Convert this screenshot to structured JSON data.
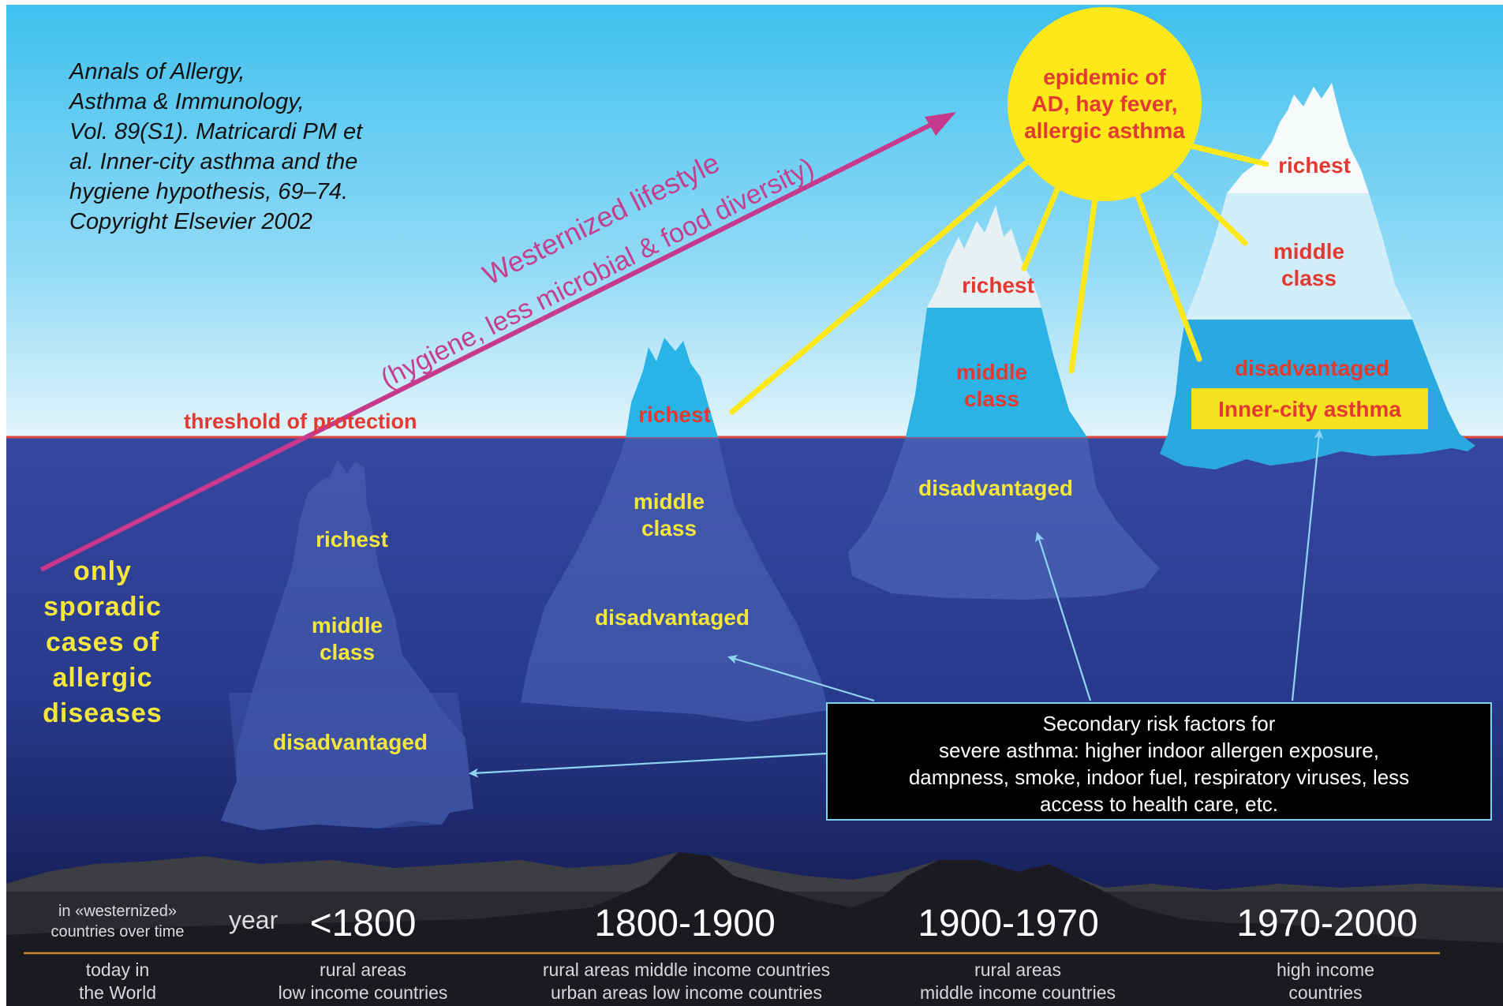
{
  "citation": {
    "lines": [
      "Annals of Allergy,",
      "Asthma & Immunology,",
      "Vol. 89(S1). Matricardi PM et",
      "al. Inner-city asthma and the",
      "hygiene hypothesis, 69–74.",
      "Copyright Elsevier 2002"
    ]
  },
  "trend_arrow": {
    "line1": "Westernized lifestyle",
    "line2": "(hygiene, less microbial & food diversity)"
  },
  "threshold_label": "threshold of protection",
  "sun": {
    "lines": [
      "epidemic of",
      "AD, hay fever,",
      "allergic asthma"
    ]
  },
  "sporadic": {
    "lines": [
      "only",
      "sporadic",
      "cases of",
      "allergic",
      "diseases"
    ]
  },
  "icebergs": [
    {
      "era": "<1800",
      "richest": "richest",
      "middle": [
        "middle",
        "class"
      ],
      "disadvantaged": "disadvantaged"
    },
    {
      "era": "1800-1900",
      "richest": "richest",
      "middle": [
        "middle",
        "class"
      ],
      "disadvantaged": "disadvantaged"
    },
    {
      "era": "1900-1970",
      "richest": "richest",
      "middle": [
        "middle",
        "class"
      ],
      "disadvantaged": "disadvantaged"
    },
    {
      "era": "1970-2000",
      "richest": "richest",
      "middle": [
        "middle",
        "class"
      ],
      "disadvantaged": "disadvantaged",
      "inner_city": "Inner-city asthma"
    }
  ],
  "risk_box": {
    "lines": [
      "Secondary risk factors for",
      "severe asthma: higher indoor allergen exposure,",
      "dampness, smoke, indoor fuel, respiratory viruses, less",
      "access to health care, etc."
    ]
  },
  "timeline": {
    "left_top": [
      "in «westernized»",
      "countries over time"
    ],
    "year_label": "year",
    "left_bottom": [
      "today in",
      "the World"
    ],
    "bottom": [
      [
        "rural areas",
        "low income countries"
      ],
      [
        "rural areas middle income countries",
        "urban areas low income countries"
      ],
      [
        "rural areas",
        "middle income countries"
      ],
      [
        "high income",
        "countries"
      ]
    ]
  },
  "colors": {
    "sky_top": "#45c3ef",
    "sky_bottom": "#d8f1fb",
    "sea_top": "#3647a0",
    "sea_bottom": "#0d1238",
    "red_label": "#e23a32",
    "yellow_label": "#f5e63c",
    "sun": "#ffe81a",
    "arrow": "#c53a8c",
    "ice_blue": "#27b2e6"
  }
}
